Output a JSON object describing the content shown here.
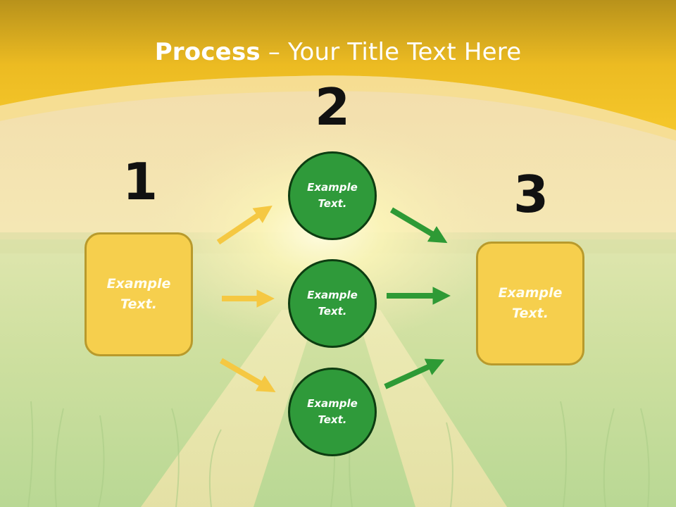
{
  "slide": {
    "title_bold": "Process",
    "title_rest": " – Your Title Text Here"
  },
  "steps": {
    "num_1": "1",
    "num_2": "2",
    "num_3": "3"
  },
  "left_box": {
    "line1": "Example",
    "line2": "Text."
  },
  "right_box": {
    "line1": "Example",
    "line2": "Text."
  },
  "circles": [
    {
      "line1": "Example",
      "line2": "Text."
    },
    {
      "line1": "Example",
      "line2": "Text."
    },
    {
      "line1": "Example",
      "line2": "Text."
    }
  ],
  "colors": {
    "banner": "#f2c12a",
    "box_fill": "#f6cf4d",
    "box_border": "#b89a2c",
    "circle_fill": "#2f9a3a",
    "circle_border": "#0d3d11",
    "arrow_yellow": "#f5c842",
    "arrow_green": "#2e9a35"
  }
}
